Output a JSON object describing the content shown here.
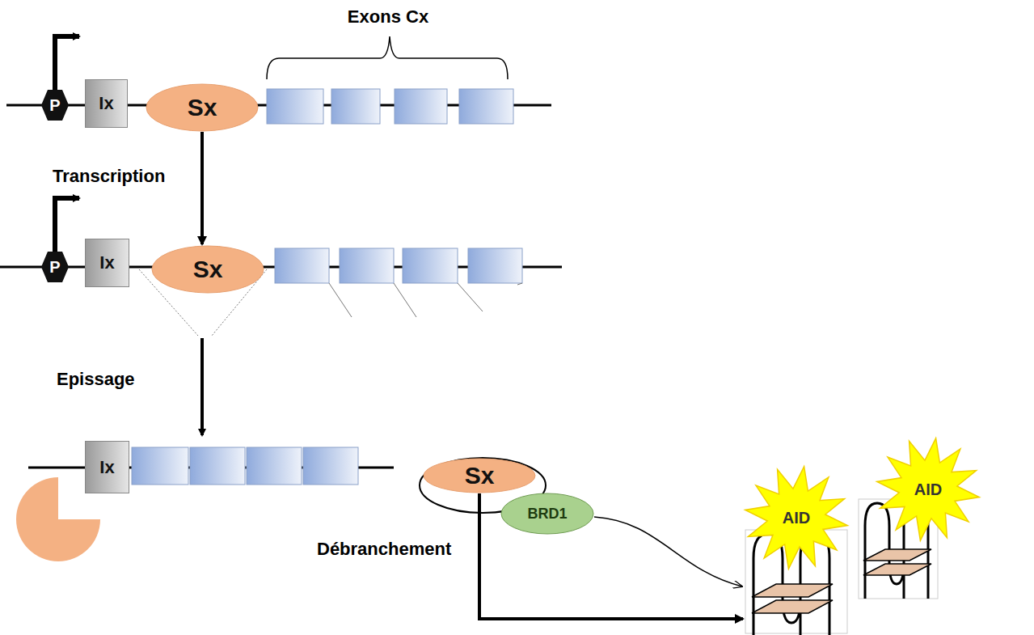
{
  "diagram": {
    "nodes": [
      {
        "text": [
          "P"
        ]
      },
      {
        "text": [
          "Ix"
        ]
      },
      {
        "text": [
          "Sx"
        ]
      },
      {
        "text": [
          "P"
        ]
      },
      {
        "text": [
          "Ix"
        ]
      },
      {
        "text": [
          "Sx"
        ]
      },
      {
        "text": [
          "Ix"
        ]
      },
      {
        "text": [
          "Sx"
        ]
      },
      {
        "text": [
          "BRD1"
        ]
      },
      {
        "text": [
          "AID"
        ]
      },
      {
        "text": [
          "AID"
        ]
      }
    ],
    "edges": [
      {
        "from": 2,
        "to": 5,
        "arrow": "to",
        "label": "Transcription"
      },
      {
        "from": 7,
        "to": 9,
        "arrow": "to",
        "label": "Débranchement"
      },
      {
        "from": 8,
        "to": 9,
        "arrow": "to"
      }
    ],
    "labels": [
      "Exons Cx",
      "Epissage"
    ]
  }
}
